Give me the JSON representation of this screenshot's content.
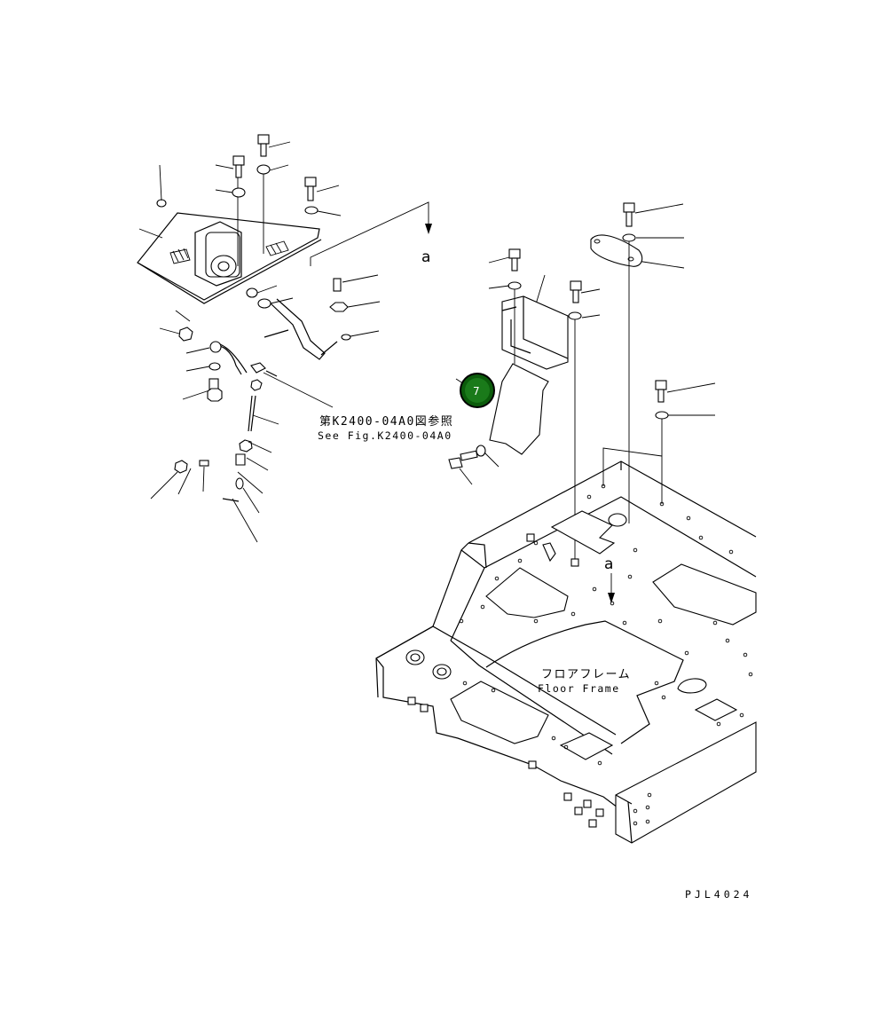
{
  "reference_text_jp": "第K2400-04A0図参照",
  "reference_text_en": "See Fig.K2400-04A0",
  "floor_frame_jp": "フロアフレーム",
  "floor_frame_en": "Floor Frame",
  "arrow_label_top": "a",
  "arrow_label_bottom": "a",
  "drawing_number": "PJL4024",
  "callout": {
    "number": "7",
    "color": "#1a7a1a"
  }
}
